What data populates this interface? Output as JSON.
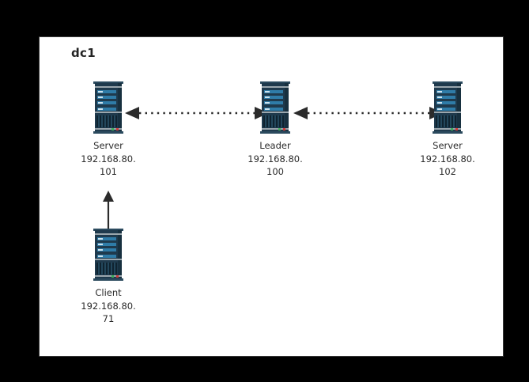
{
  "diagram": {
    "cluster_title": "dc1",
    "background_color": "#000000",
    "panel_color": "#ffffff",
    "panel_border_color": "#3b3b3b",
    "connector_color": "#2b2b2b",
    "icon": {
      "chassis_color": "#1f3a4d",
      "bay_color": "#2f7ca8",
      "band_color": "#9aa6ad",
      "led_green": "#3fae5a",
      "led_red": "#cc3b3b"
    },
    "nodes": [
      {
        "id": "server-101",
        "role": "Server",
        "ip_prefix": "192.168.80.",
        "ip_suffix": "101",
        "icon": "server-tower-icon"
      },
      {
        "id": "leader-100",
        "role": "Leader",
        "ip_prefix": "192.168.80.",
        "ip_suffix": "100",
        "icon": "server-tower-icon"
      },
      {
        "id": "server-102",
        "role": "Server",
        "ip_prefix": "192.168.80.",
        "ip_suffix": "102",
        "icon": "server-tower-icon"
      },
      {
        "id": "client-71",
        "role": "Client",
        "ip_prefix": "192.168.80.",
        "ip_suffix": "71",
        "icon": "server-tower-icon"
      }
    ],
    "connectors": [
      {
        "id": "link-server101-leader100",
        "from": "server-101",
        "to": "leader-100",
        "style": "dotted",
        "arrows": "both"
      },
      {
        "id": "link-leader100-server102",
        "from": "leader-100",
        "to": "server-102",
        "style": "dotted",
        "arrows": "both"
      },
      {
        "id": "link-client71-server101",
        "from": "client-71",
        "to": "server-101",
        "style": "solid",
        "arrows": "end"
      }
    ]
  }
}
